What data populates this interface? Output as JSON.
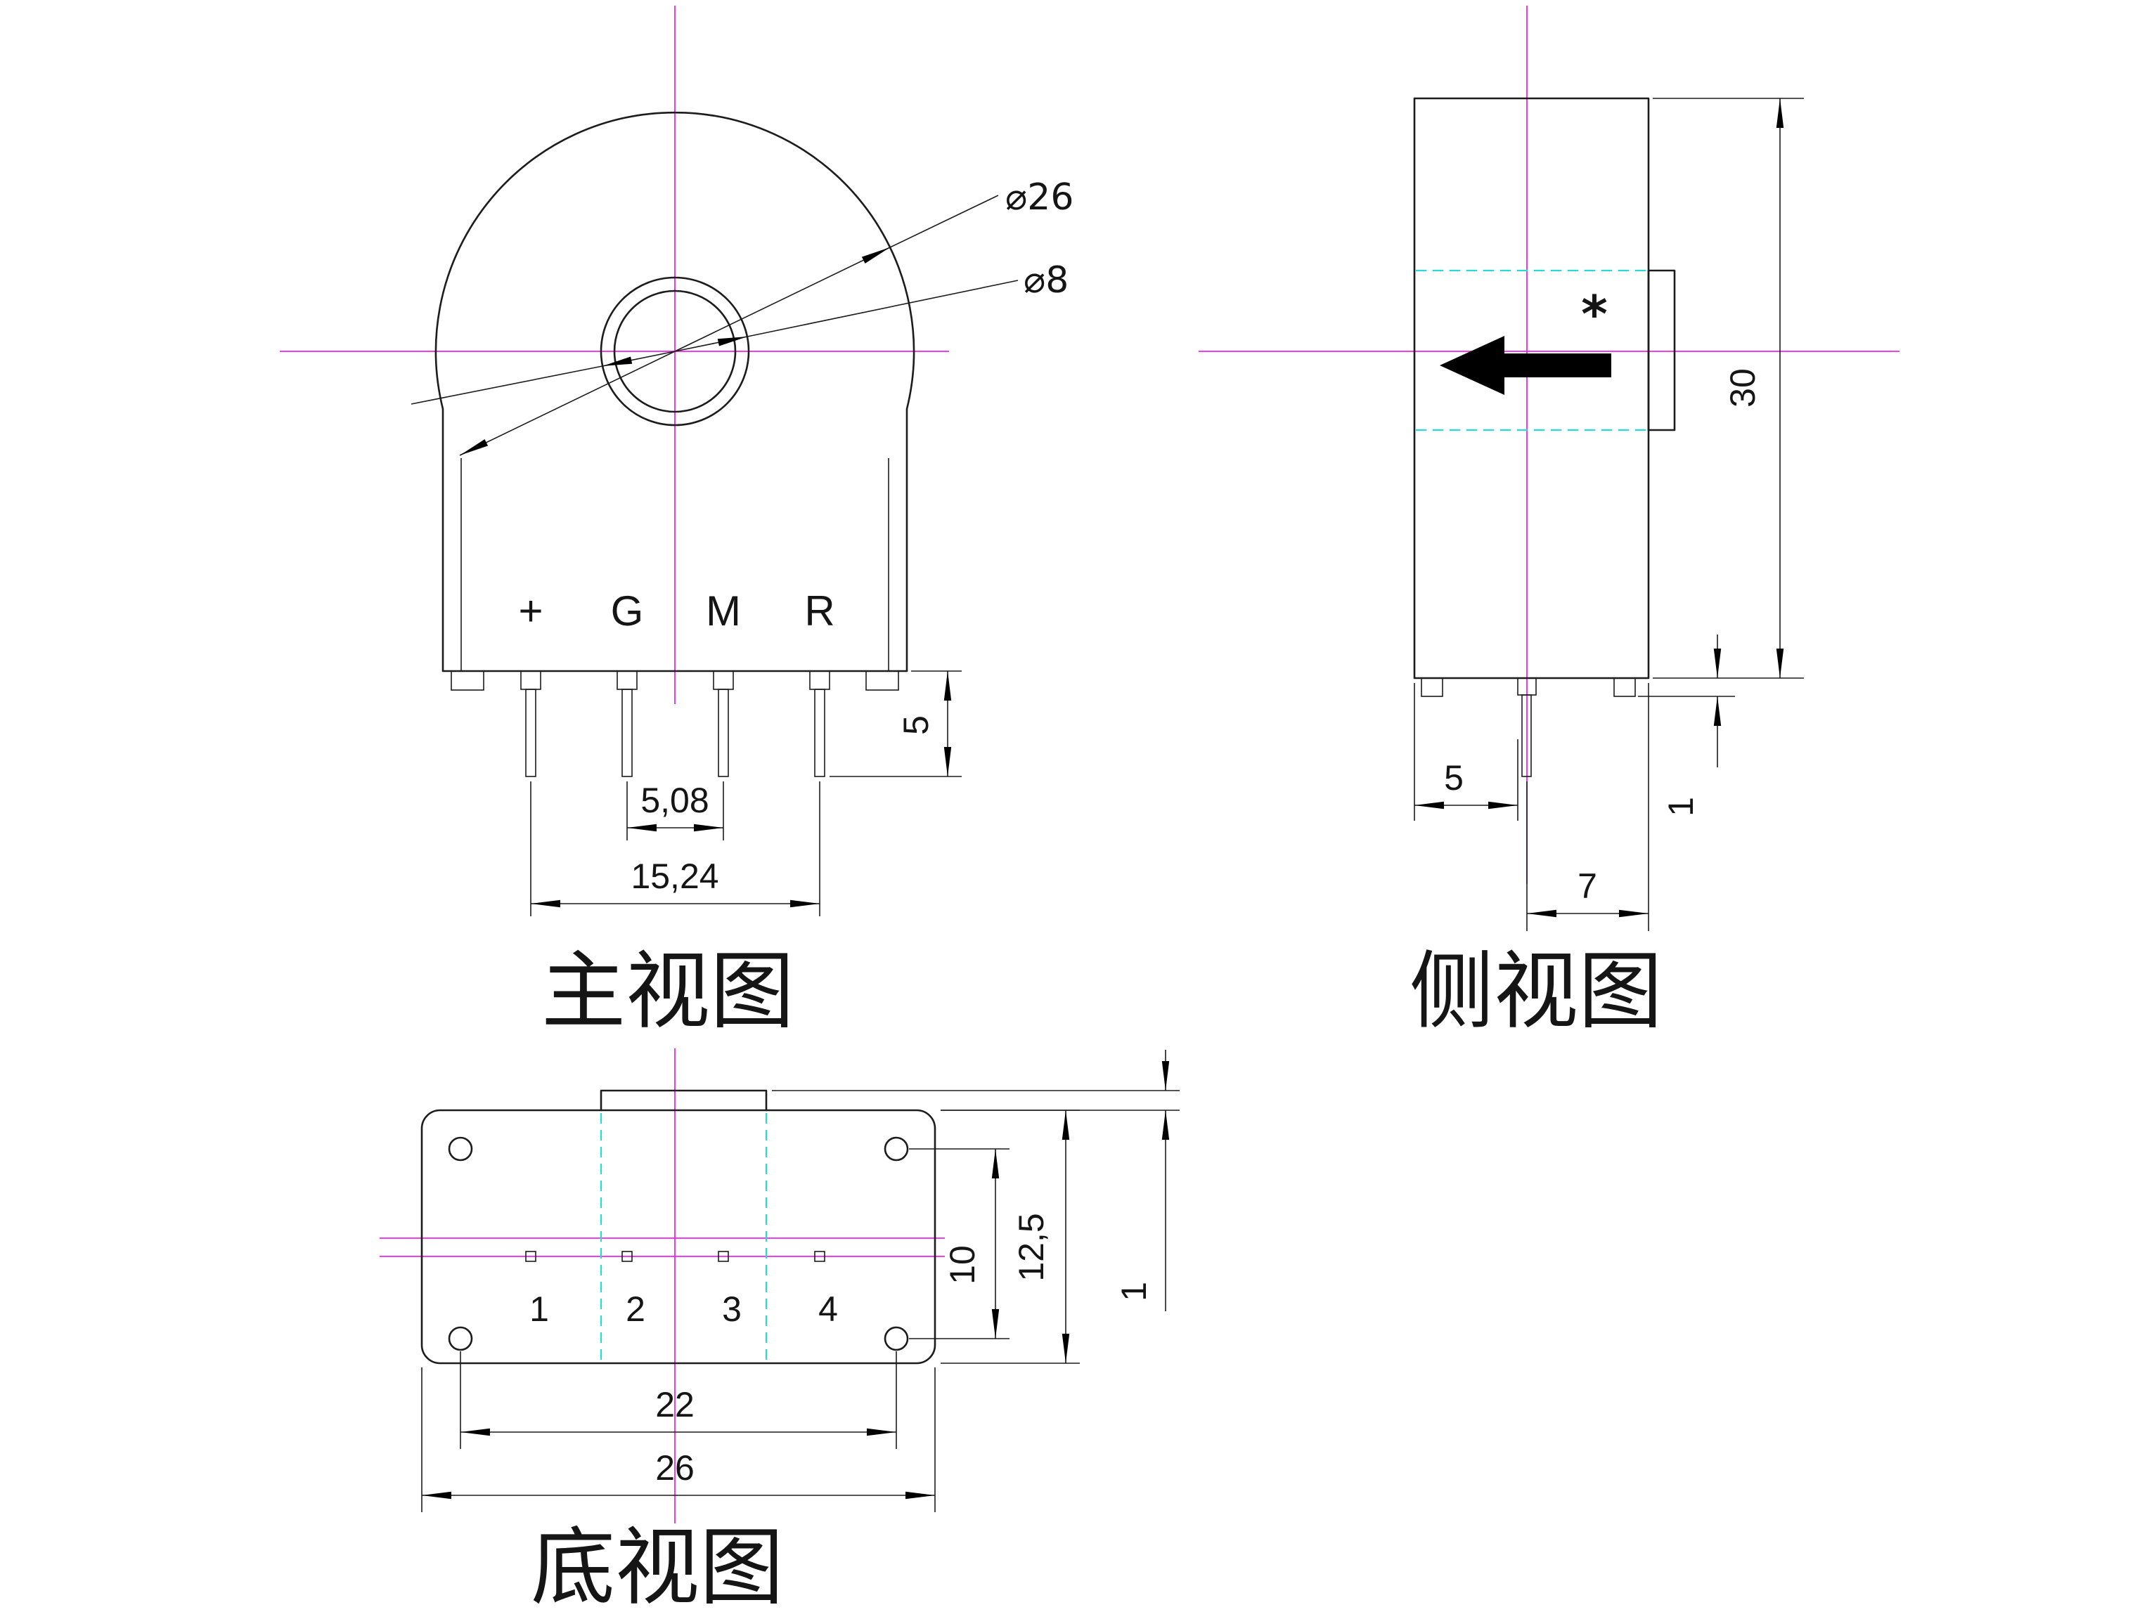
{
  "front_view": {
    "title": "主视图",
    "labels": {
      "outer_diameter": "⌀26",
      "inner_diameter": "⌀8"
    },
    "pin_labels": [
      "+",
      "G",
      "M",
      "R"
    ],
    "dimensions": {
      "pin_length": "5",
      "pin_pitch": "5,08",
      "pin_row_span": "15,24"
    }
  },
  "side_view": {
    "title": "侧视图",
    "marking_star": "*",
    "dimensions": {
      "body_height": "30",
      "standoff_height": "1",
      "pin_to_front": "5",
      "pin_to_back": "7"
    }
  },
  "bottom_view": {
    "title": "底视图",
    "pin_numbers": [
      "1",
      "2",
      "3",
      "4"
    ],
    "dimensions": {
      "hole_row_pitch": "10",
      "body_depth": "12,5",
      "tab_height": "1",
      "hole_column_pitch": "22",
      "body_length": "26"
    }
  },
  "colors": {
    "outline": "#1c1c1c",
    "centerline": "#ee22ee",
    "hidden_line": "#2bd8d8",
    "arrow": "#000000"
  }
}
